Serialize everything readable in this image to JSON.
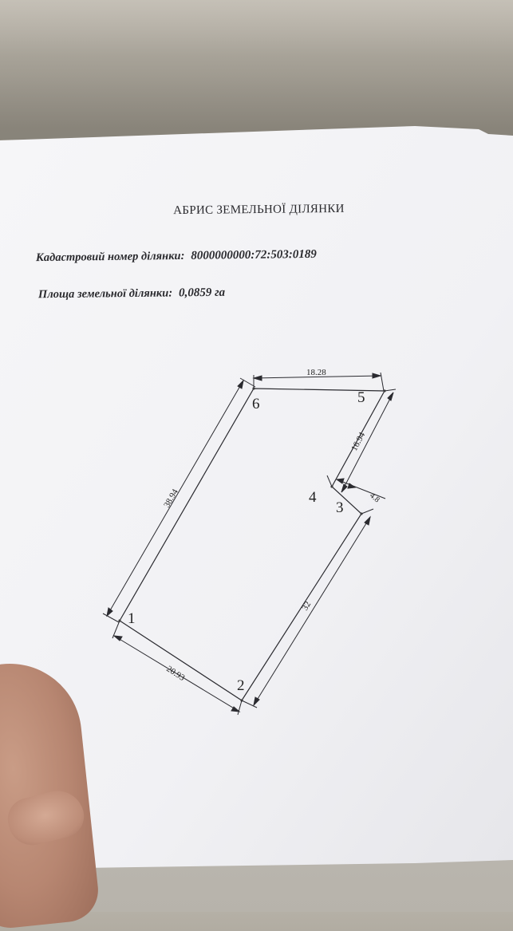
{
  "document": {
    "title": "АБРИС ЗЕМЕЛЬНОЇ ДІЛЯНКИ",
    "cadastral_label": "Кадастровий номер ділянки:",
    "cadastral_number": "8000000000:72:503:0189",
    "area_label": "Площа земельної ділянки:",
    "area_value": "0,0859 га"
  },
  "plot": {
    "points": [
      "1",
      "2",
      "3",
      "4",
      "5",
      "6"
    ],
    "sides": [
      {
        "from": "1",
        "to": "2",
        "length": "20.93"
      },
      {
        "from": "2",
        "to": "3",
        "length": "32"
      },
      {
        "from": "3",
        "to": "4",
        "length": "4.8"
      },
      {
        "from": "4",
        "to": "5",
        "length": "16.94"
      },
      {
        "from": "5",
        "to": "6",
        "length": "18.28"
      },
      {
        "from": "6",
        "to": "1",
        "length": "38.94"
      }
    ]
  }
}
